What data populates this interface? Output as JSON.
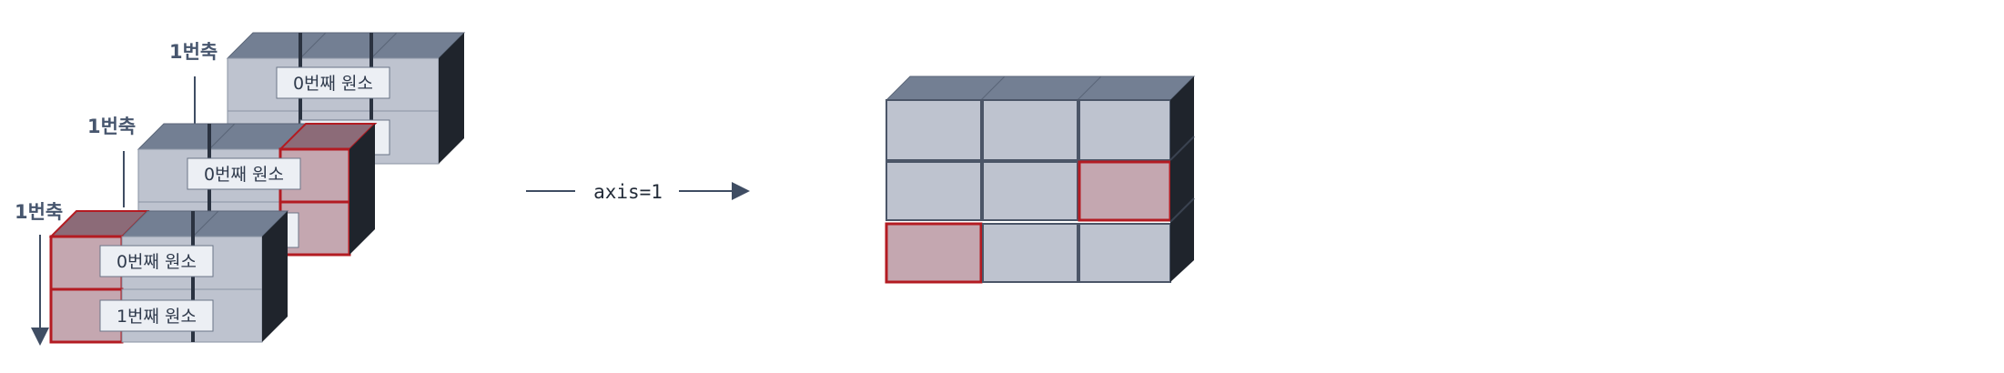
{
  "left_stacks": [
    {
      "axis_label": "1번축",
      "element_labels": [
        "0번째 원소"
      ]
    },
    {
      "axis_label": "1번축",
      "element_labels": [
        "0번째 원소"
      ]
    },
    {
      "axis_label": "1번축",
      "element_labels": [
        "0번째 원소",
        "1번째 원소"
      ]
    }
  ],
  "arrow": {
    "label": "axis=1"
  },
  "colors": {
    "cube_front": "#bec3cf",
    "cube_top": "#737f93",
    "cube_side": "#1f242c",
    "highlight_front": "#c4a7b0",
    "highlight_top": "#8c6b78",
    "highlight_border": "#b31b22",
    "arrow": "#3f4d63"
  }
}
